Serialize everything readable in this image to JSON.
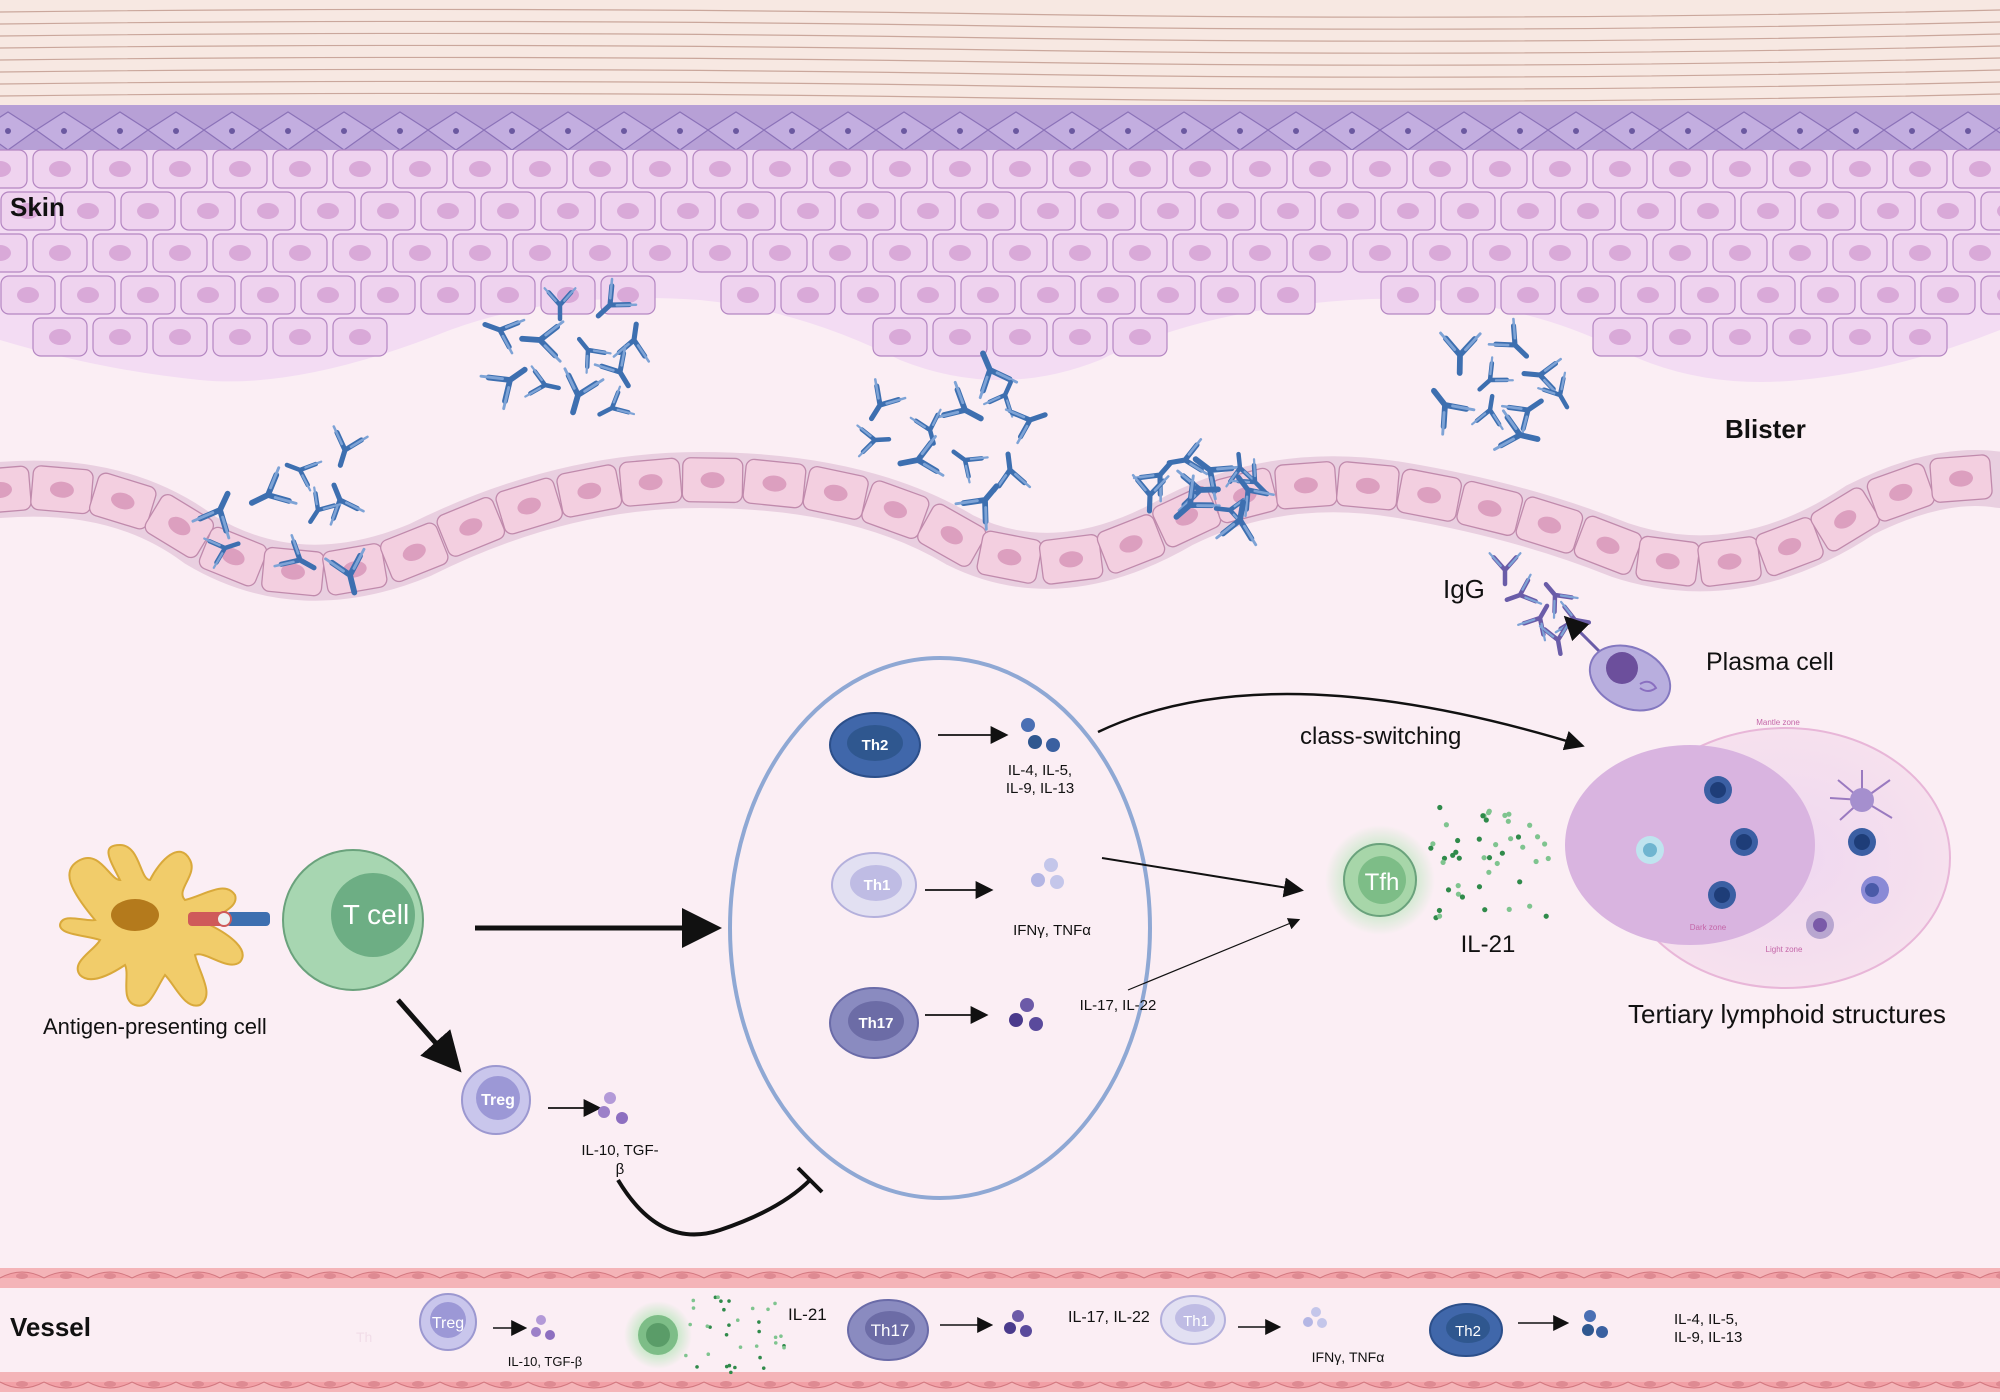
{
  "regions": {
    "skin": "Skin",
    "blister": "Blister",
    "vessel": "Vessel"
  },
  "cells": {
    "apc": "Antigen-presenting cell",
    "tcell": "T cell",
    "th2": "Th2",
    "th1": "Th1",
    "th17": "Th17",
    "treg": "Treg",
    "tfh": "Tfh",
    "plasma": "Plasma cell"
  },
  "cytokines": {
    "th2_line1": "IL-4, IL-5,",
    "th2_line2": "IL-9, IL-13",
    "th1": "IFNγ, TNFα",
    "th17": "IL-17, IL-22",
    "treg_line1": "IL-10, TGF-",
    "treg_line2": "β",
    "il21": "IL-21"
  },
  "labels": {
    "igg": "IgG",
    "class_switching": "class-switching",
    "tls": "Tertiary lymphoid structures",
    "mantle_zone": "Mantle zone",
    "dark_zone": "Dark zone",
    "light_zone": "Light zone"
  },
  "vessel_row": {
    "th_faint": "Th",
    "treg": "Treg",
    "treg_cyto": "IL-10, TGF-β",
    "il21": "IL-21",
    "th17": "Th17",
    "th17_cyto": "IL-17, IL-22",
    "th1": "Th1",
    "th1_cyto": "IFNγ, TNFα",
    "th2": "Th2",
    "th2_line1": "IL-4, IL-5,",
    "th2_line2": "IL-9, IL-13"
  },
  "colors": {
    "background": "#fbeef4",
    "keratinocyte": "#efd3ef",
    "basal_cell": "#f0c8dc",
    "antibody": "#3d6fb0",
    "tcell": "#7fbf94",
    "th2": "#3a5fa0",
    "th1": "#c9c6e6",
    "th17": "#6a6aa8",
    "treg": "#a8a8dc",
    "tfh_glow": "#5fcf73",
    "vessel": "#f4b4b8"
  }
}
